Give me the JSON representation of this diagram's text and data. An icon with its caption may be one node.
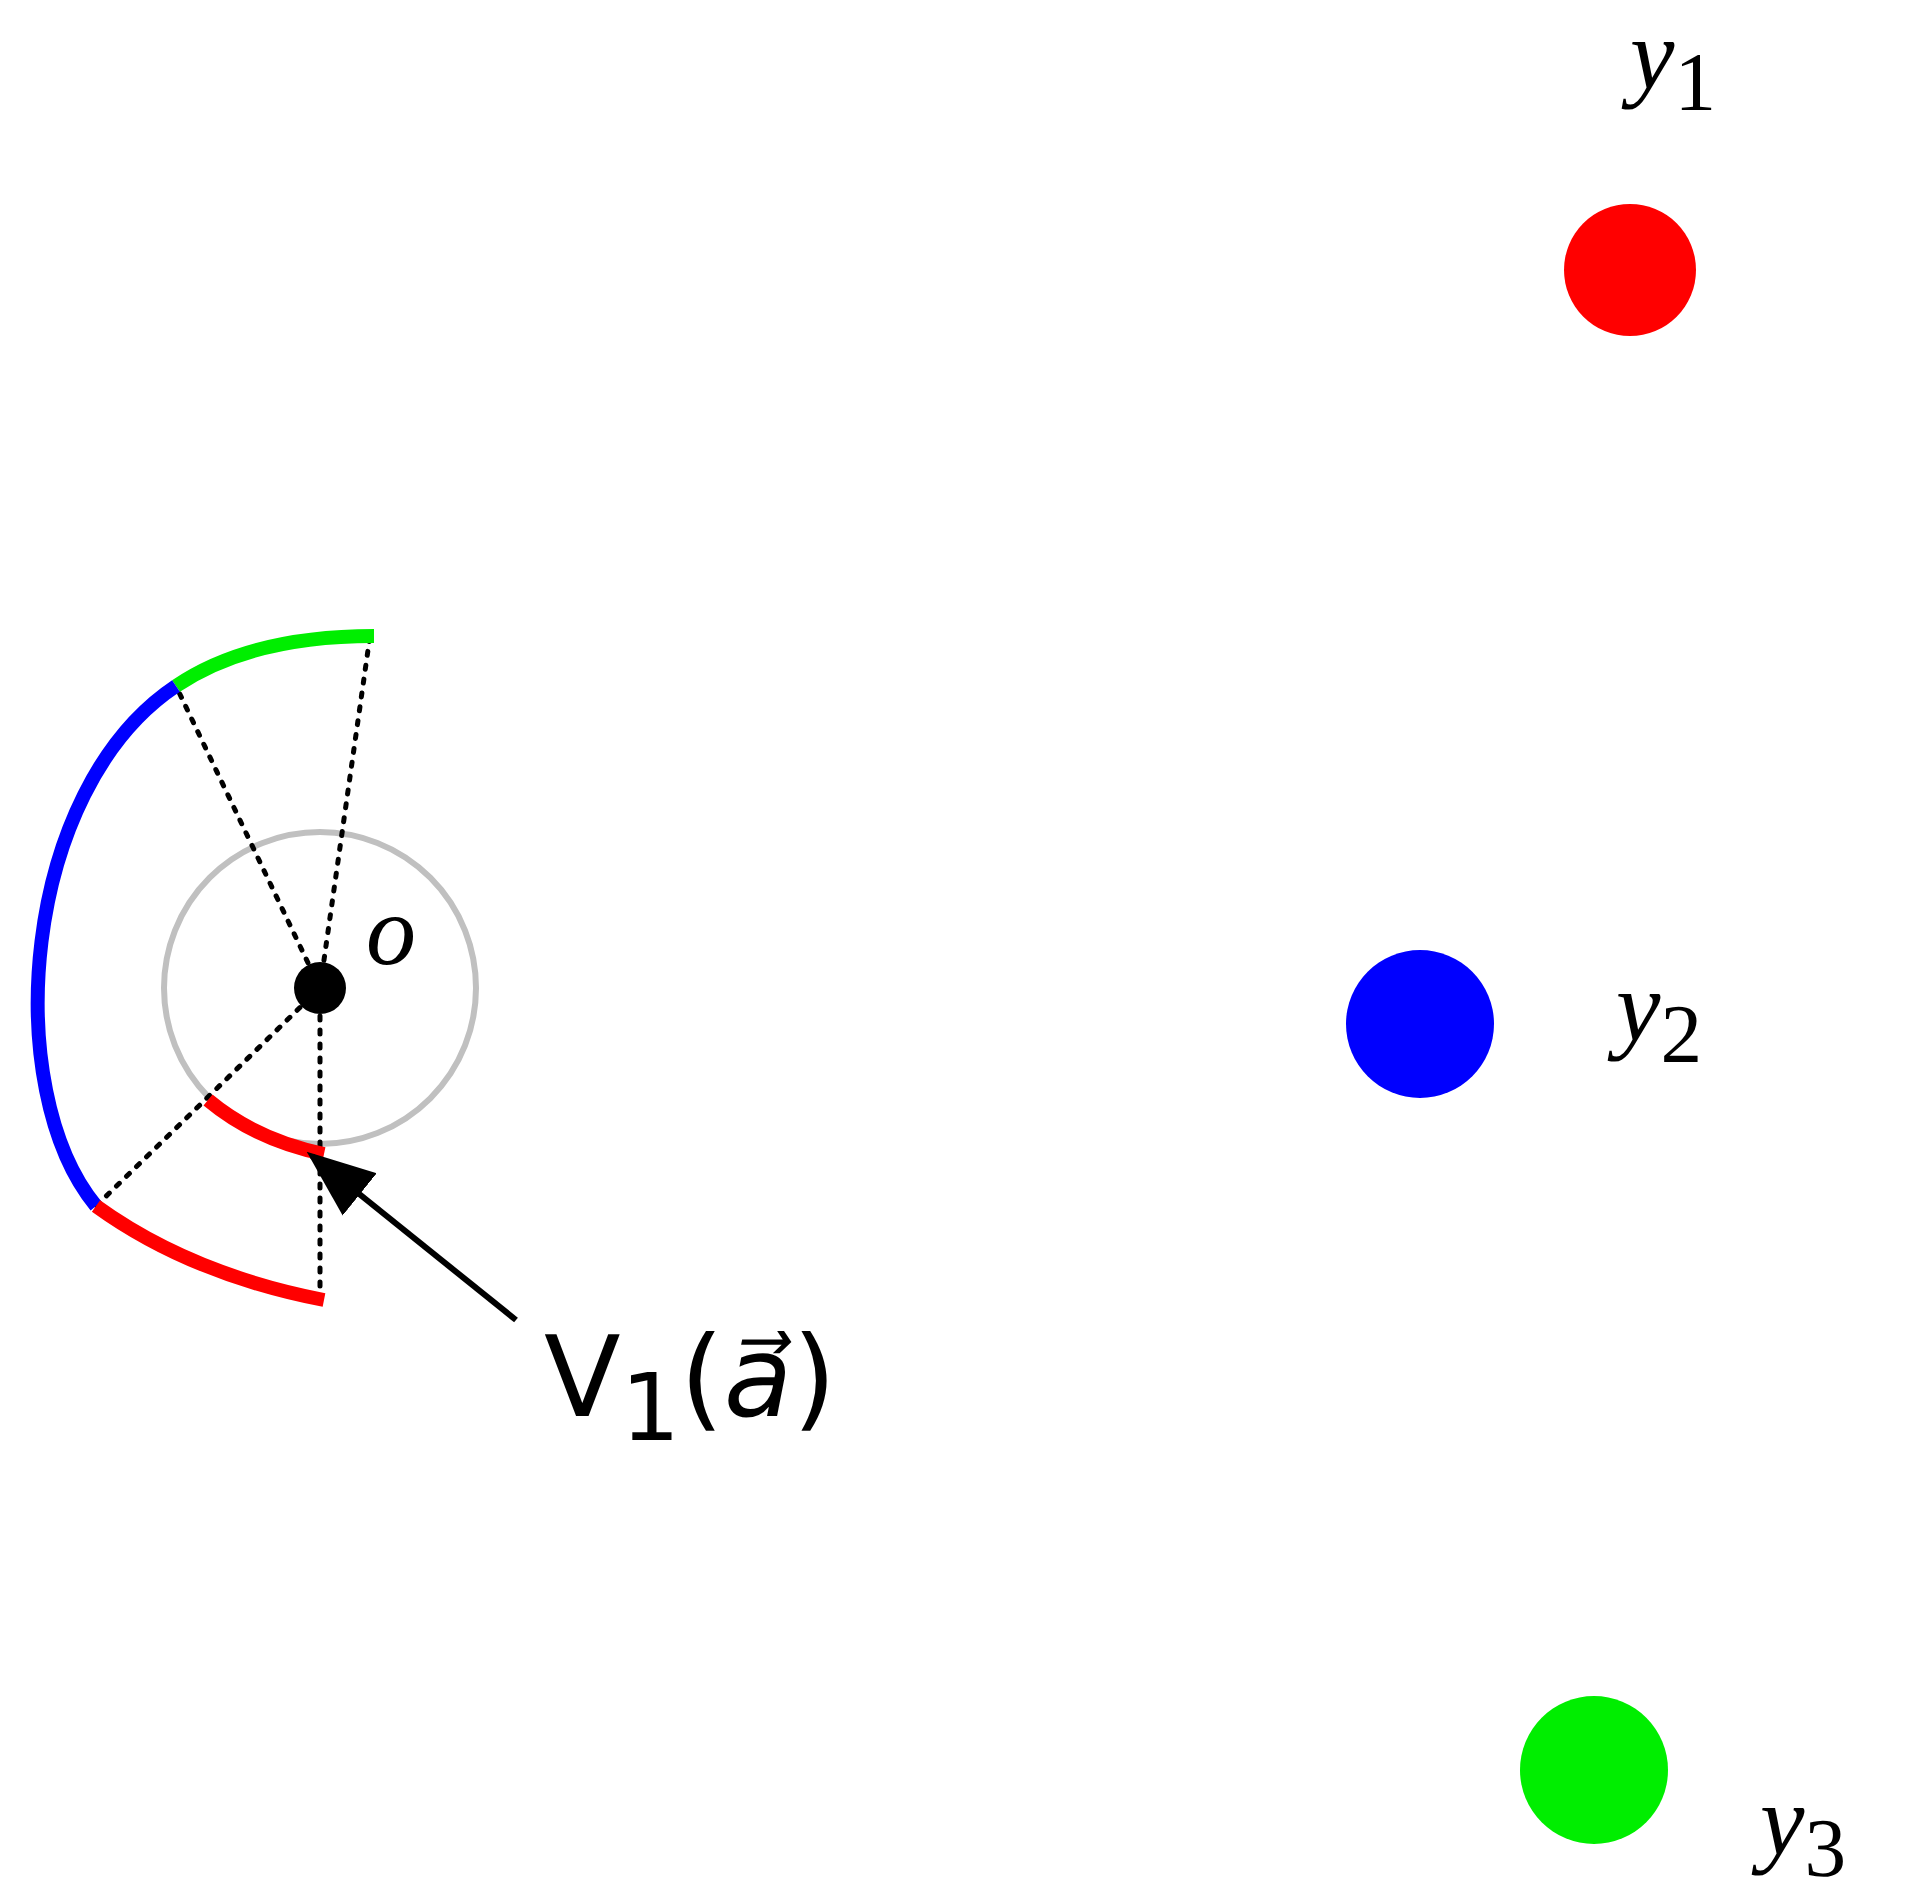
{
  "diagram": {
    "nodes": [
      {
        "text": [
          "V$_{1}$(*a⃗*)"
        ]
      },
      {
        "text": [],
        "shape": "arc"
      },
      {
        "text": [],
        "shape": "circle",
        "beside": [
          "*y*$_{1}$"
        ]
      },
      {
        "text": [],
        "shape": "circle",
        "beside": [
          "*y*$_{2}$"
        ]
      },
      {
        "text": [],
        "shape": "circle",
        "beside": [
          "*y*$_{3}$"
        ]
      }
    ],
    "edges": [
      {
        "from": 0,
        "to": 1,
        "arrow": "to"
      }
    ],
    "labels": [
      "*o*"
    ]
  }
}
